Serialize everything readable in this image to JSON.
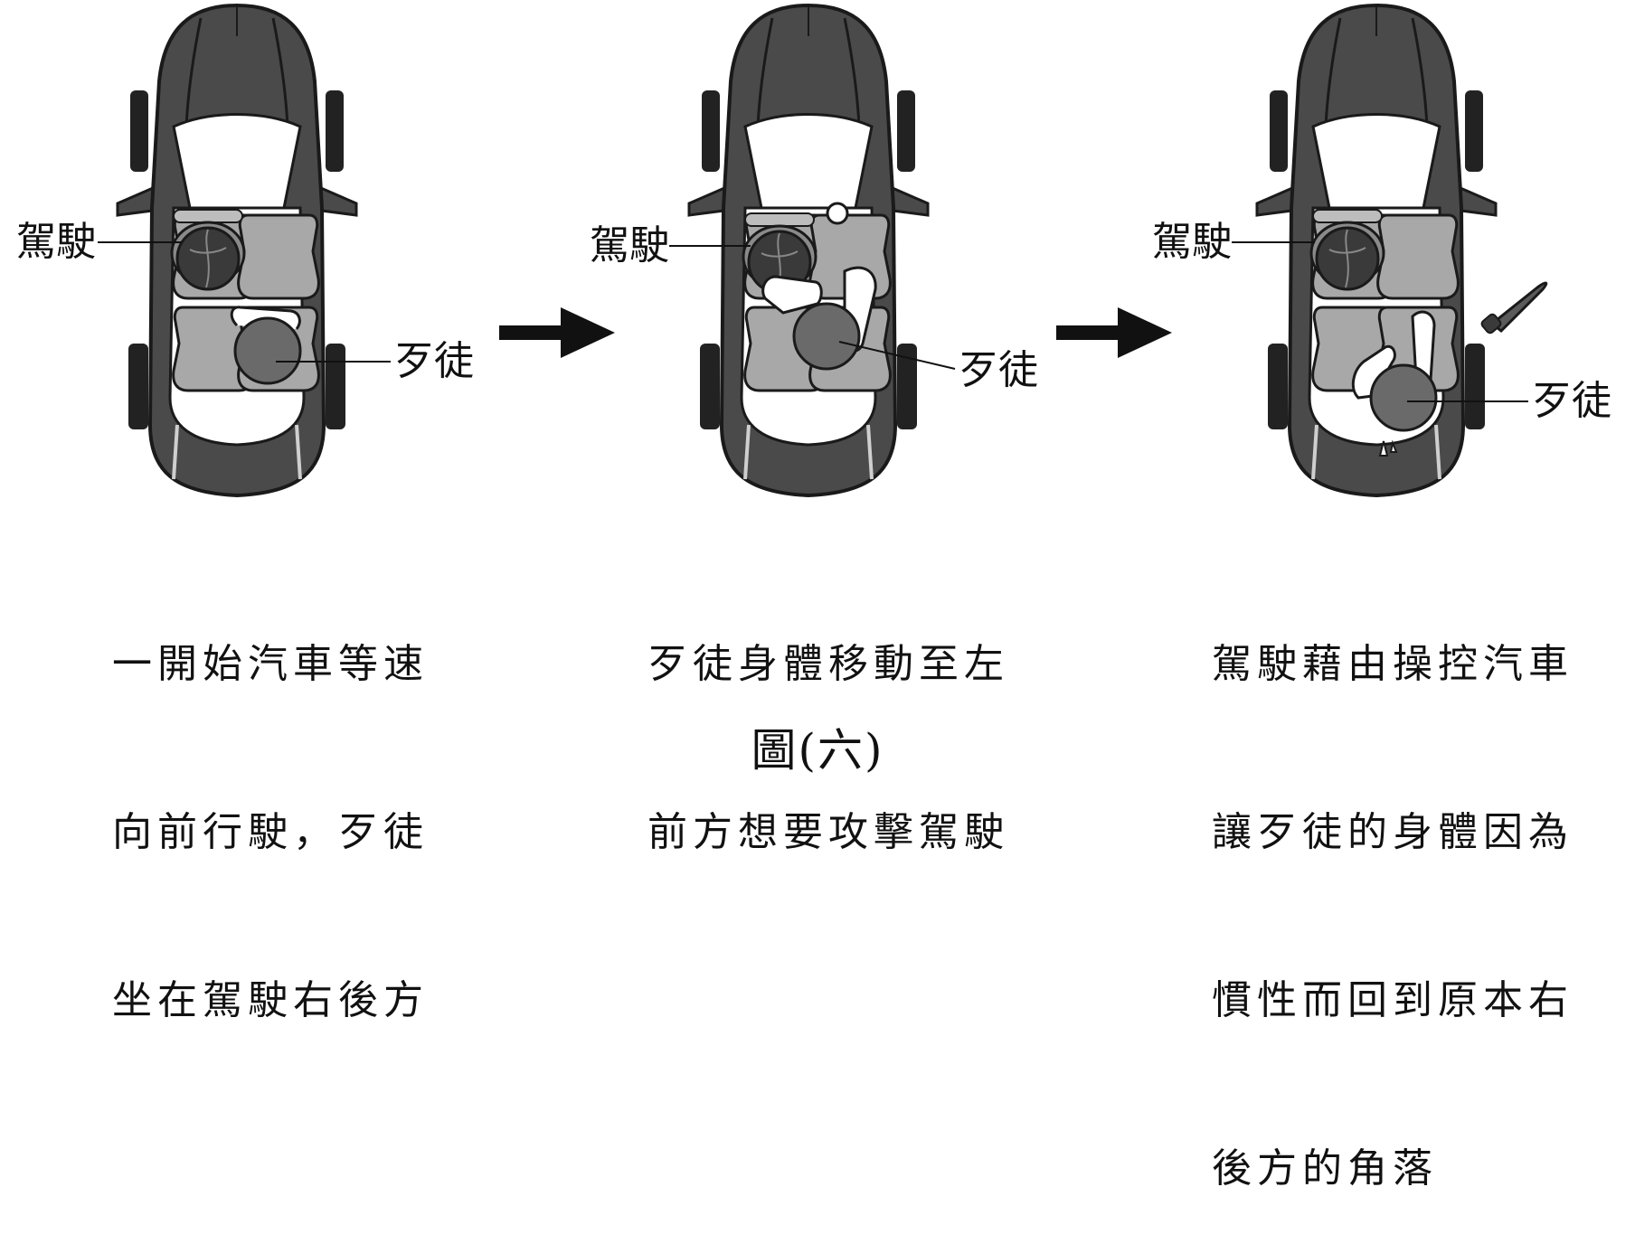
{
  "panels": [
    {
      "driver_label": "駕駛",
      "robber_label": "歹徒",
      "caption_lines": [
        "一開始汽車等速",
        "向前行駛，歹徒",
        "坐在駕駛右後方"
      ]
    },
    {
      "driver_label": "駕駛",
      "robber_label": "歹徒",
      "caption_lines": [
        "歹徒身體移動至左",
        "前方想要攻擊駕駛"
      ]
    },
    {
      "driver_label": "駕駛",
      "robber_label": "歹徒",
      "caption_lines": [
        "駕駛藉由操控汽車",
        "讓歹徒的身體因為",
        "慣性而回到原本右",
        "後方的角落"
      ]
    }
  ],
  "figure_label": "圖(六)",
  "colors": {
    "car_body": "#4a4a4a",
    "car_outline": "#1a1a1a",
    "interior": "#ffffff",
    "seat": "#a8a8a8",
    "driver_head": "#3a3a3a",
    "robber_head": "#6a6a6a",
    "arrow": "#111111"
  },
  "icons": [
    "car-top-view-icon",
    "knife-icon",
    "right-arrow-icon"
  ]
}
